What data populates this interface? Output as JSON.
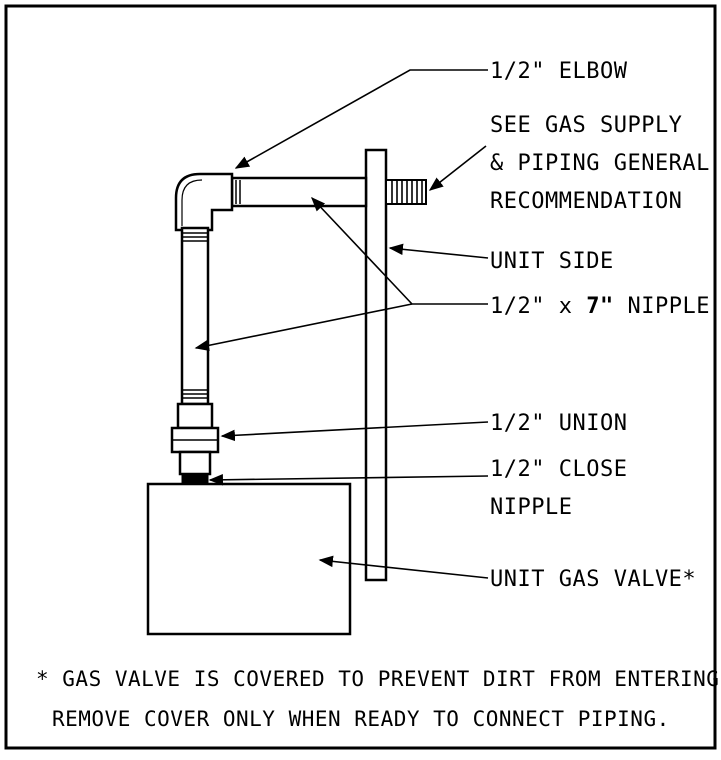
{
  "labels": {
    "elbow": "1/2\" ELBOW",
    "supply_line1": "SEE GAS SUPPLY",
    "supply_line2": "& PIPING GENERAL",
    "supply_line3": "RECOMMENDATION",
    "unit_side": "UNIT SIDE",
    "nipple_a": "1/2\" x ",
    "nipple_b": "7\"",
    "nipple_c": " NIPPLE",
    "union": "1/2\" UNION",
    "close_nipple_line1": "1/2\" CLOSE",
    "close_nipple_line2": "NIPPLE",
    "gas_valve": "UNIT GAS VALVE*"
  },
  "note": {
    "line1": "* GAS VALVE IS COVERED TO PREVENT DIRT FROM ENTERING.",
    "line2": "REMOVE COVER ONLY WHEN READY TO CONNECT PIPING."
  },
  "colors": {
    "ink": "#000000",
    "paper": "#ffffff"
  }
}
